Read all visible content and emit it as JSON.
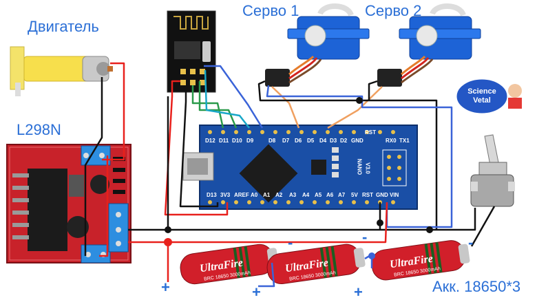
{
  "labels": {
    "motor": "Двигатель",
    "driver": "L298N",
    "servo1": "Серво 1",
    "servo2": "Серво 2",
    "battery": "Акк. 18650*3"
  },
  "badge": {
    "line1": "Science",
    "line2": "Vetal"
  },
  "battery_cells": [
    {
      "brand": "UltraFire",
      "model": "BRC 18650 3000mAh",
      "plus": "+",
      "minus": "-"
    },
    {
      "brand": "UltraFire",
      "model": "BRC 18650 3000mAh",
      "plus": "+",
      "minus": "-"
    },
    {
      "brand": "UltraFire",
      "model": "BRC 18650 3000mAh",
      "plus": "+",
      "minus": "-"
    }
  ],
  "arduino_pins_top": [
    "D12",
    "D11",
    "D10",
    "D9",
    "D8",
    "D7",
    "D6",
    "D5",
    "D4",
    "D3",
    "D2",
    "GND",
    "RST",
    "RX0",
    "TX1"
  ],
  "arduino_pins_bottom": [
    "D13",
    "3V3",
    "AREF",
    "A0",
    "A1",
    "A2",
    "A3",
    "A4",
    "A5",
    "A6",
    "A7",
    "5V",
    "RST",
    "GND",
    "VIN"
  ],
  "arduino_side": [
    "NANO",
    "V3.0"
  ],
  "colors": {
    "accent_text": "#2b6fd6",
    "wire_red": "#e8201c",
    "wire_black": "#111111",
    "wire_blue": "#3a63d8",
    "wire_orange": "#f0a060",
    "wire_green": "#2a9a4a",
    "wire_cyan": "#18a7c8",
    "board_blue": "#1a4fa6",
    "driver_red": "#c8222a",
    "battery_red": "#d11f2a"
  }
}
